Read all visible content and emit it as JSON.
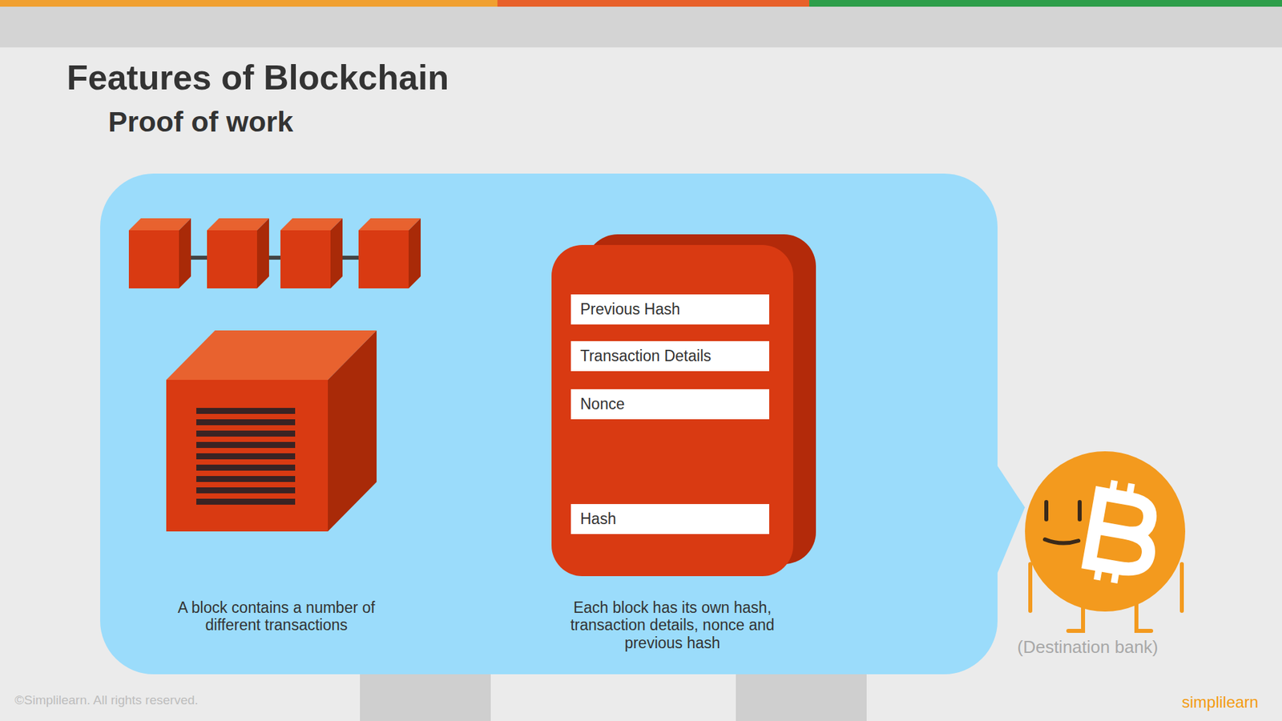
{
  "diagram": {
    "title": "Features of Blockchain",
    "nodes": [
      {
        "text": [
          "Each block has its own hash, transaction details, nonce and previous hash"
        ]
      },
      {
        "text": [
          "Previous Hash"
        ],
        "in": 0
      },
      {
        "text": [
          "Transaction Details"
        ],
        "in": 0
      },
      {
        "text": [
          "Nonce"
        ],
        "in": 0
      },
      {
        "text": [
          "Hash"
        ],
        "in": 0
      }
    ],
    "labels": [
      "Proof of work",
      "A block contains a number of different transactions",
      "(Destination bank)",
      "©Simplilearn. All rights reserved.",
      "simplilearn"
    ]
  }
}
